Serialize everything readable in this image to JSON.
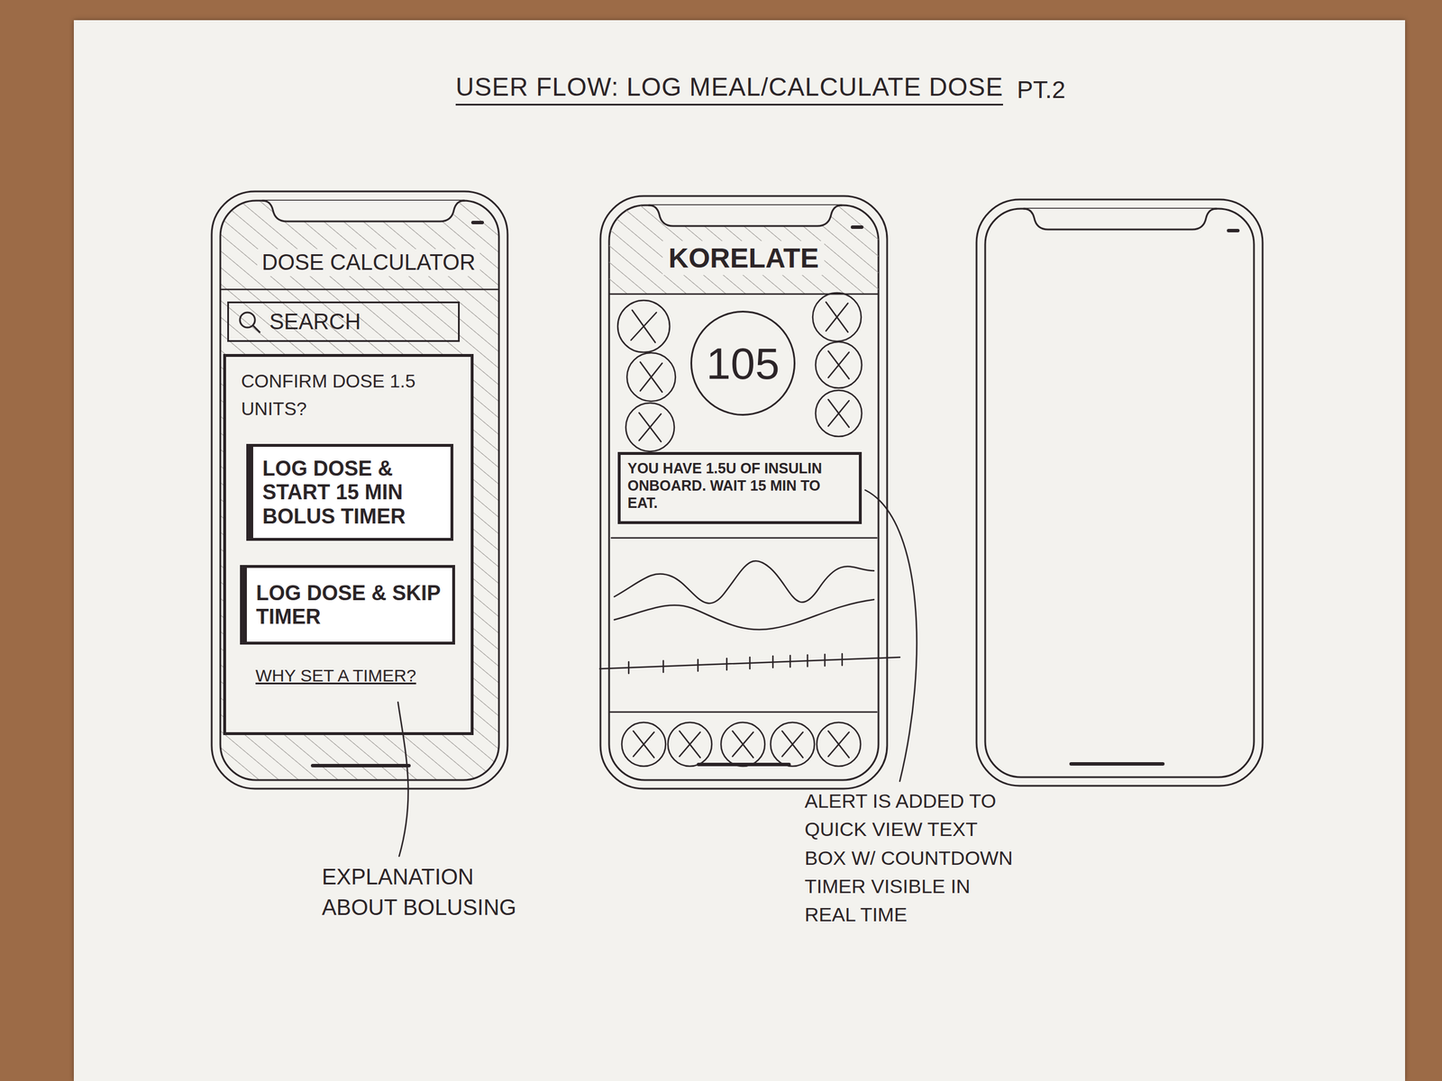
{
  "diagram": {
    "title": "USER FLOW: LOG MEAL/CALCULATE DOSE",
    "nodes": [
      {
        "text": [
          "SEARCH"
        ]
      },
      {
        "text": [
          "CONFIRM DOSE 1.5 UNITS?",
          "WHY SET A TIMER?"
        ]
      },
      {
        "text": [
          "LOG DOSE & START 15 MIN BOLUS TIMER"
        ],
        "in": 1
      },
      {
        "text": [
          "LOG DOSE & SKIP TIMER"
        ],
        "in": 1
      },
      {
        "text": [
          "105"
        ]
      },
      {
        "text": [
          "YOU HAVE 1.5U OF INSULIN ONBOARD. WAIT 15 MIN TO EAT."
        ]
      }
    ],
    "labels": [
      "PT.2",
      "DOSE CALCULATOR",
      "KORELATE",
      "EXPLANATION ABOUT BOLUSING",
      "ALERT IS ADDED TO QUICK VIEW TEXT BOX W/ COUNTDOWN TIMER VISIBLE IN REAL TIME"
    ]
  }
}
